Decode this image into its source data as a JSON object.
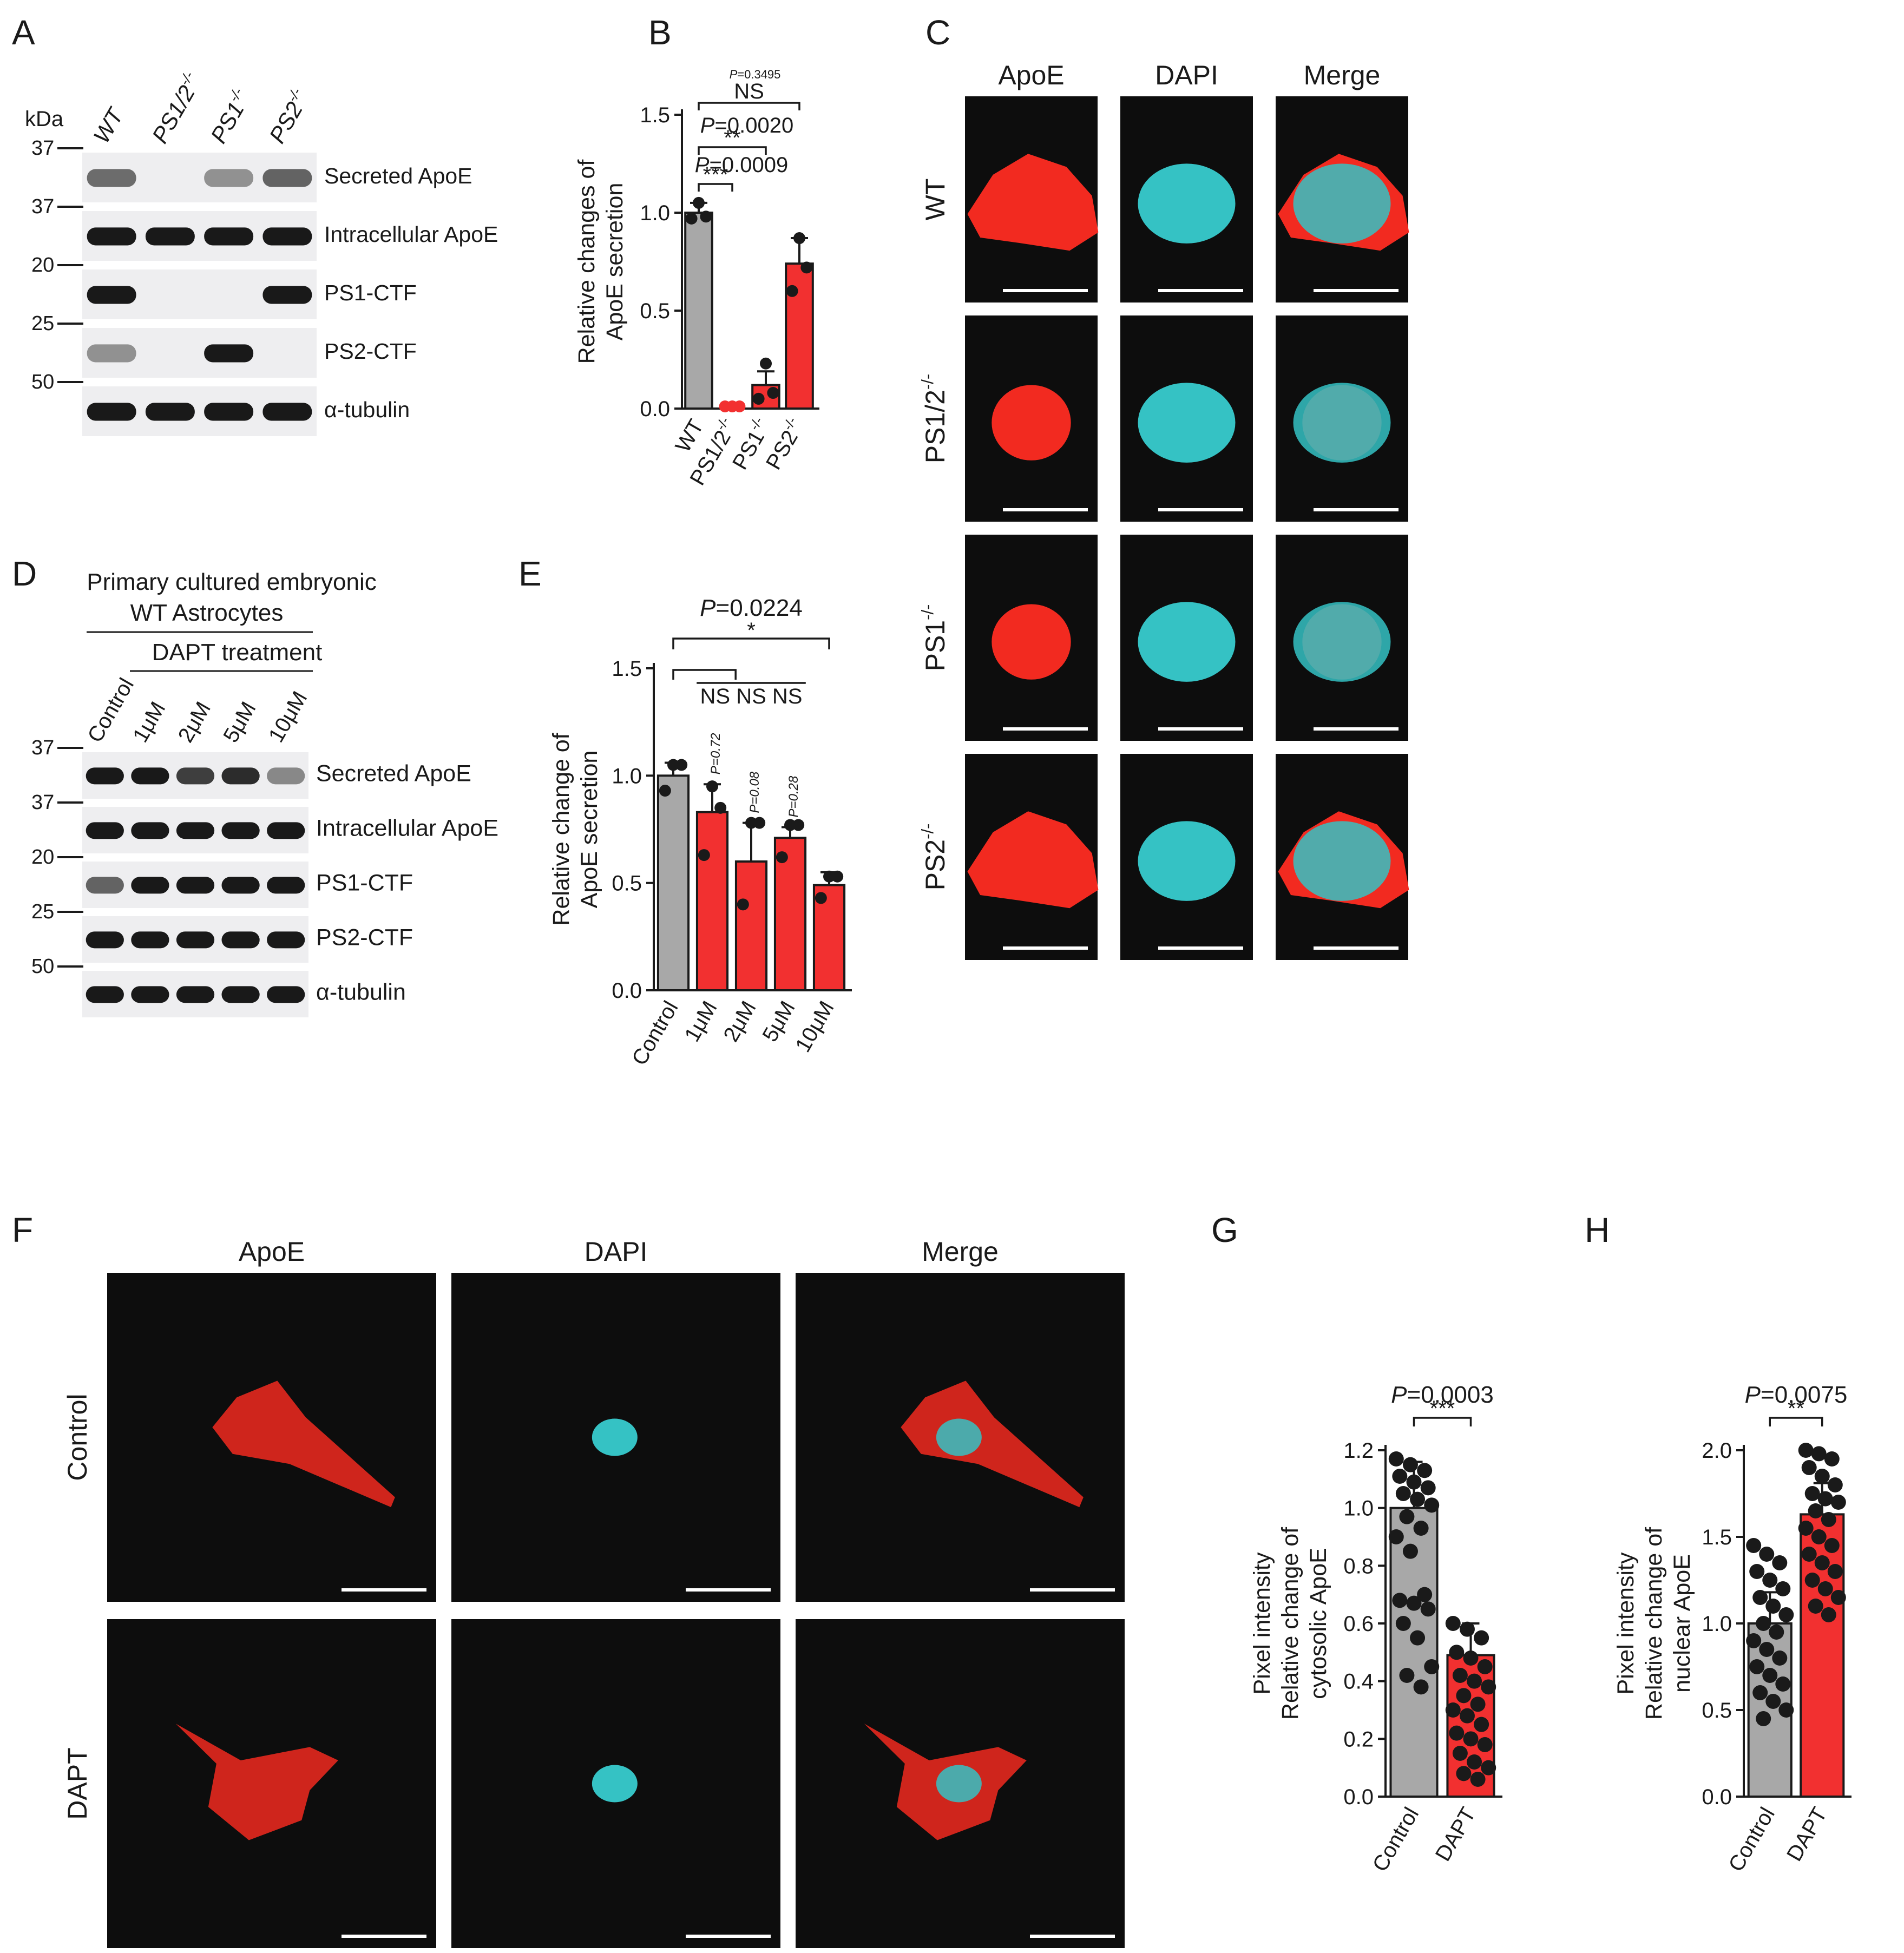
{
  "panel_letters": [
    "A",
    "B",
    "C",
    "D",
    "E",
    "F",
    "G",
    "H"
  ],
  "panelA": {
    "kda_label": "kDa",
    "genotypes": [
      "WT",
      "PS1/2-/-",
      "PS1-/-",
      "PS2-/-"
    ],
    "rows": [
      {
        "marker": "37",
        "label": "Secreted ApoE",
        "bands": [
          0.55,
          0,
          0.35,
          0.6
        ]
      },
      {
        "marker": "37",
        "label": "Intracellular ApoE",
        "bands": [
          1,
          1,
          1,
          1
        ]
      },
      {
        "marker": "20",
        "label": "PS1-CTF",
        "bands": [
          1,
          0,
          0,
          1
        ]
      },
      {
        "marker": "25",
        "label": "PS2-CTF",
        "bands": [
          0.35,
          0,
          1,
          0
        ]
      },
      {
        "marker": "50",
        "label": "α-tubulin",
        "bands": [
          1,
          1,
          1,
          1
        ]
      }
    ]
  },
  "panelD": {
    "header1": "Primary cultured embryonic",
    "header2": "WT Astrocytes",
    "header3": "DAPT treatment",
    "lanes": [
      "Control",
      "1μM",
      "2μM",
      "5μM",
      "10μM"
    ],
    "rows": [
      {
        "marker": "37",
        "label": "Secreted ApoE",
        "bands": [
          1,
          1,
          0.8,
          0.9,
          0.4
        ]
      },
      {
        "marker": "37",
        "label": "Intracellular ApoE",
        "bands": [
          1,
          1,
          1,
          1,
          1
        ]
      },
      {
        "marker": "20",
        "label": "PS1-CTF",
        "bands": [
          0.6,
          1,
          1,
          1,
          1
        ]
      },
      {
        "marker": "25",
        "label": "PS2-CTF",
        "bands": [
          1,
          1,
          1,
          1,
          1
        ]
      },
      {
        "marker": "50",
        "label": "α-tubulin",
        "bands": [
          1,
          1,
          1,
          1,
          1
        ]
      }
    ]
  },
  "panelC": {
    "columns": [
      "ApoE",
      "DAPI",
      "Merge"
    ],
    "rows": [
      "WT",
      "PS1/2-/-",
      "PS1-/-",
      "PS2-/-"
    ]
  },
  "panelF": {
    "columns": [
      "ApoE",
      "DAPI",
      "Merge"
    ],
    "rows": [
      "Control",
      "DAPT"
    ]
  },
  "colors": {
    "gray": "#a8a8a8",
    "red": "#f23030",
    "dot": "#1a1a1a",
    "cyan": "#35c2c4",
    "cell": "#f22a20",
    "bg": "#0d0d0d"
  },
  "chart_data": [
    {
      "panel": "B",
      "type": "bar",
      "ylabel": [
        "Relative changes of",
        "ApoE secretion"
      ],
      "ylim": [
        0,
        1.5
      ],
      "yticks": [
        "0.0",
        "0.5",
        "1.0",
        "1.5"
      ],
      "categories": [
        "WT",
        "PS1/2-/-",
        "PS1-/-",
        "PS2-/-"
      ],
      "values": [
        1.0,
        0.0,
        0.12,
        0.74
      ],
      "errors": [
        0.05,
        0.0,
        0.07,
        0.13
      ],
      "points": [
        [
          0.97,
          1.05,
          0.98
        ],
        [
          0.0,
          0.0,
          0.0
        ],
        [
          0.05,
          0.23,
          0.08
        ],
        [
          0.6,
          0.87,
          0.72
        ]
      ],
      "colors": [
        "gray",
        "red",
        "red",
        "red"
      ],
      "annotations": [
        {
          "text": "***",
          "p": "P=0.0009"
        },
        {
          "text": "**",
          "p": "P=0.0020"
        },
        {
          "text": "NS",
          "p": "P=0.3495"
        }
      ]
    },
    {
      "panel": "E",
      "type": "bar",
      "ylabel": [
        "Relative change of",
        "ApoE secretion"
      ],
      "ylim": [
        0,
        1.5
      ],
      "yticks": [
        "0.0",
        "0.5",
        "1.0",
        "1.5"
      ],
      "categories": [
        "Control",
        "1μM",
        "2μM",
        "5μM",
        "10μM"
      ],
      "values": [
        1.0,
        0.83,
        0.6,
        0.71,
        0.49
      ],
      "errors": [
        0.06,
        0.13,
        0.18,
        0.05,
        0.06
      ],
      "points": [
        [
          0.93,
          1.05,
          1.05
        ],
        [
          0.63,
          0.95,
          0.85
        ],
        [
          0.4,
          0.78,
          0.78
        ],
        [
          0.62,
          0.77,
          0.77
        ],
        [
          0.43,
          0.53,
          0.53
        ]
      ],
      "colors": [
        "gray",
        "red",
        "red",
        "red",
        "red"
      ],
      "bar_p": [
        "",
        "P=0.72",
        "P=0.08",
        "P=0.28",
        ""
      ],
      "annotations": [
        {
          "text": "*",
          "p": "P=0.0224"
        },
        {
          "text": "NS NS NS"
        }
      ]
    },
    {
      "panel": "G",
      "type": "bar",
      "ylabel": [
        "Pixel intensity",
        "Relative change of",
        "cytosolic ApoE"
      ],
      "ylim": [
        0,
        1.2
      ],
      "yticks": [
        "0.0",
        "0.2",
        "0.4",
        "0.6",
        "0.8",
        "1.0",
        "1.2"
      ],
      "categories": [
        "Control",
        "DAPT"
      ],
      "values": [
        1.0,
        0.49
      ],
      "errors": [
        0.16,
        0.11
      ],
      "points": [
        [
          1.17,
          1.15,
          1.13,
          1.11,
          1.09,
          1.07,
          1.05,
          1.03,
          1.01,
          0.97,
          0.93,
          0.9,
          0.85,
          0.7,
          0.68,
          0.67,
          0.65,
          0.6,
          0.55,
          0.45,
          0.42,
          0.38
        ],
        [
          0.6,
          0.58,
          0.55,
          0.5,
          0.48,
          0.45,
          0.42,
          0.4,
          0.38,
          0.35,
          0.32,
          0.3,
          0.28,
          0.25,
          0.22,
          0.2,
          0.18,
          0.15,
          0.12,
          0.1,
          0.08,
          0.06
        ]
      ],
      "colors": [
        "gray",
        "red"
      ],
      "annotations": [
        {
          "text": "***",
          "p": "P=0.0003"
        }
      ]
    },
    {
      "panel": "H",
      "type": "bar",
      "ylabel": [
        "Pixel intensity",
        "Relative change of",
        "nuclear ApoE"
      ],
      "ylim": [
        0,
        2.0
      ],
      "yticks": [
        "0.0",
        "0.5",
        "1.0",
        "1.5",
        "2.0"
      ],
      "categories": [
        "Control",
        "DAPT"
      ],
      "values": [
        1.0,
        1.63
      ],
      "errors": [
        0.18,
        0.18
      ],
      "points": [
        [
          1.45,
          1.4,
          1.35,
          1.3,
          1.25,
          1.2,
          1.15,
          1.1,
          1.05,
          1.0,
          0.95,
          0.9,
          0.85,
          0.8,
          0.75,
          0.7,
          0.65,
          0.6,
          0.55,
          0.5,
          0.45
        ],
        [
          2.0,
          1.98,
          1.95,
          1.9,
          1.85,
          1.8,
          1.75,
          1.72,
          1.7,
          1.65,
          1.6,
          1.55,
          1.5,
          1.45,
          1.4,
          1.35,
          1.3,
          1.25,
          1.2,
          1.15,
          1.1,
          1.05
        ]
      ],
      "colors": [
        "gray",
        "red"
      ],
      "annotations": [
        {
          "text": "**",
          "p": "P=0.0075"
        }
      ]
    }
  ]
}
